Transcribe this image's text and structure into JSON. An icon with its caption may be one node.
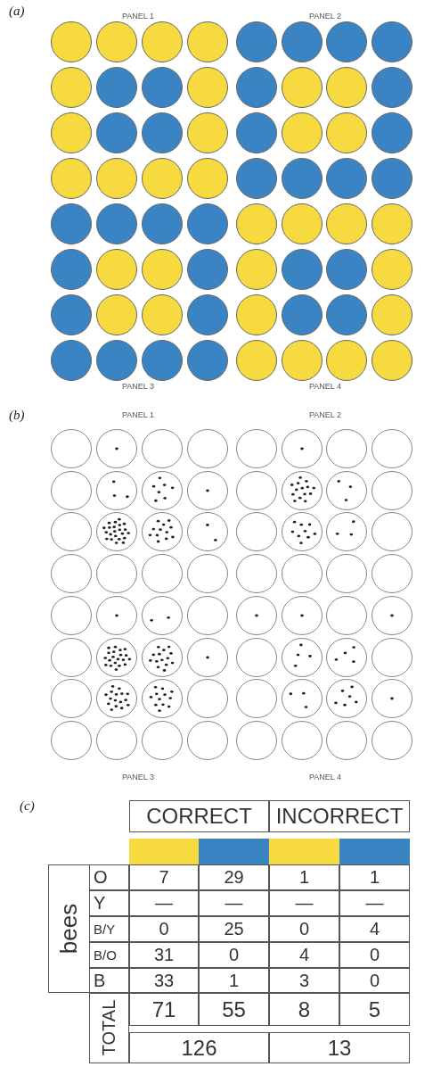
{
  "diagram": {
    "labels": [
      "(a)",
      "PANEL 1",
      "PANEL 2",
      "PANEL 3",
      "PANEL 4",
      "(b)",
      "PANEL 1",
      "PANEL 2",
      "PANEL 3",
      "PANEL 4",
      "(c)",
      "CORRECT",
      "INCORRECT",
      "bees",
      "O",
      "7",
      "29",
      "1",
      "1",
      "Y",
      "—",
      "—",
      "—",
      "—",
      "B/Y",
      "0",
      "25",
      "0",
      "4",
      "B/O",
      "31",
      "0",
      "4",
      "0",
      "B",
      "33",
      "1",
      "3",
      "0",
      "TOTAL",
      "71",
      "55",
      "8",
      "5",
      "126",
      "13"
    ]
  }
}
